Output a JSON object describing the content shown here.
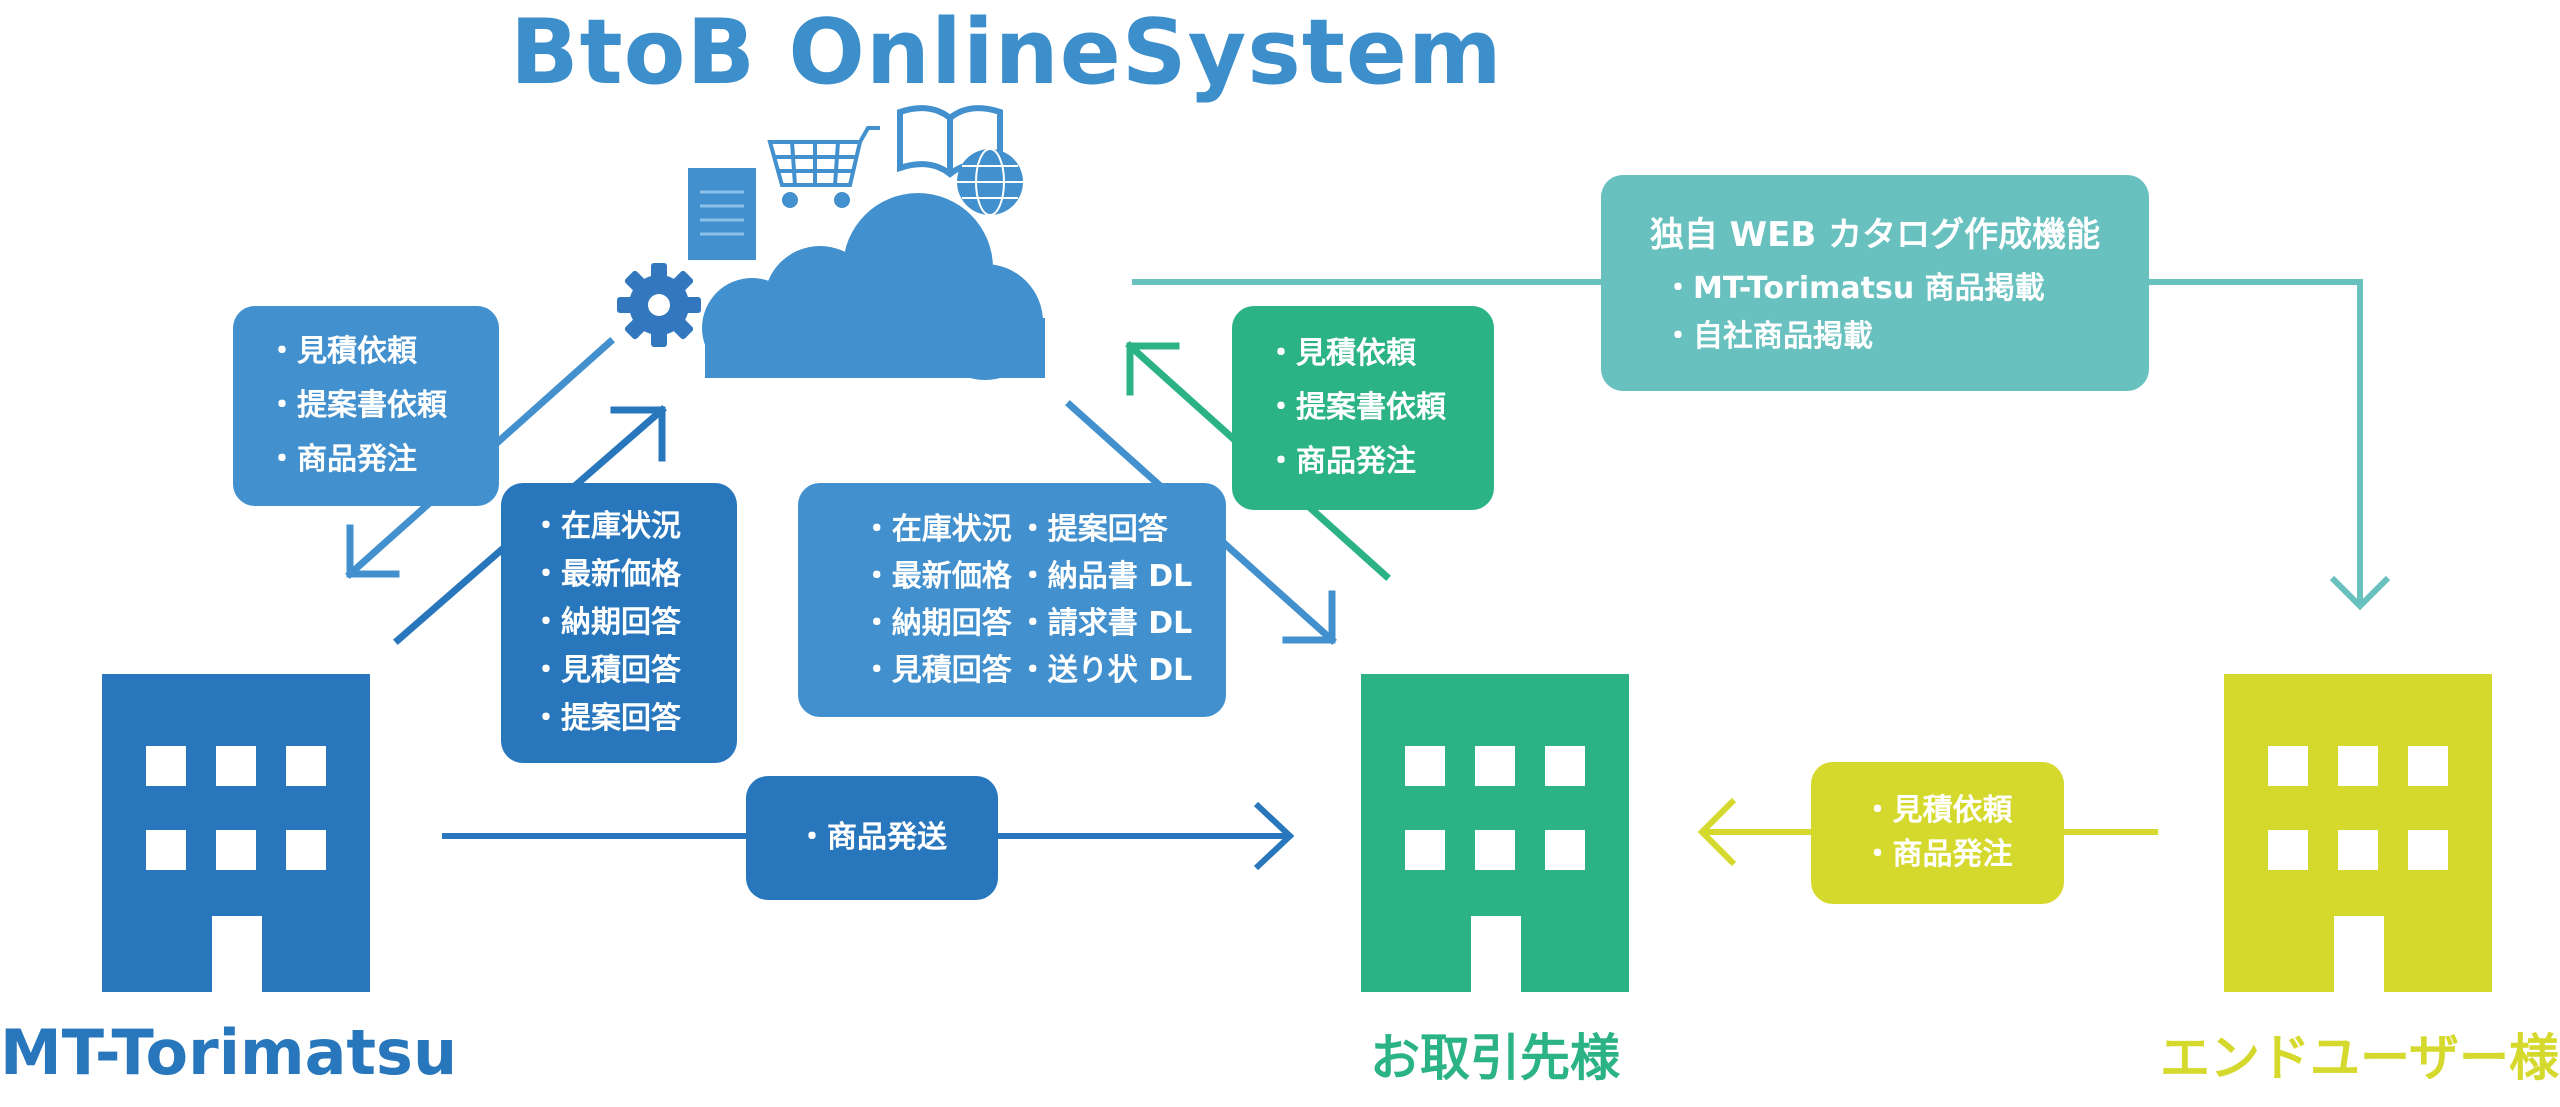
{
  "title": "BtoB OnlineSystem",
  "colors": {
    "mt": "#2877bd",
    "cloud": "#4291ce",
    "partner": "#2bb386",
    "catalog": "#68c1bf",
    "enduser": "#d6d92d"
  },
  "icons": [
    "cloud-icon",
    "gear-icon",
    "document-icon",
    "cart-icon",
    "book-icon",
    "globe-icon",
    "building-icon"
  ],
  "mt_to_cloud_request": {
    "items": [
      "見積依頼",
      "提案書依頼",
      "商品発注"
    ]
  },
  "mt_info": {
    "items": [
      "在庫状況",
      "最新価格",
      "納期回答",
      "見積回答",
      "提案回答"
    ]
  },
  "partner_info": {
    "col1": [
      "在庫状況",
      "最新価格",
      "納期回答",
      "見積回答"
    ],
    "col2": [
      "提案回答",
      "納品書 DL",
      "請求書 DL",
      "送り状 DL"
    ]
  },
  "partner_request": {
    "items": [
      "見積依頼",
      "提案書依頼",
      "商品発注"
    ]
  },
  "catalog": {
    "heading": "独自 WEB カタログ作成機能",
    "items": [
      "MT-Torimatsu 商品掲載",
      "自社商品掲載"
    ]
  },
  "shipping": {
    "label": "商品発送"
  },
  "enduser_request": {
    "items": [
      "見積依頼",
      "商品発注"
    ]
  },
  "buildings": {
    "mt": "MT-Torimatsu",
    "partner": "お取引先様",
    "enduser": "エンドユーザー様"
  }
}
